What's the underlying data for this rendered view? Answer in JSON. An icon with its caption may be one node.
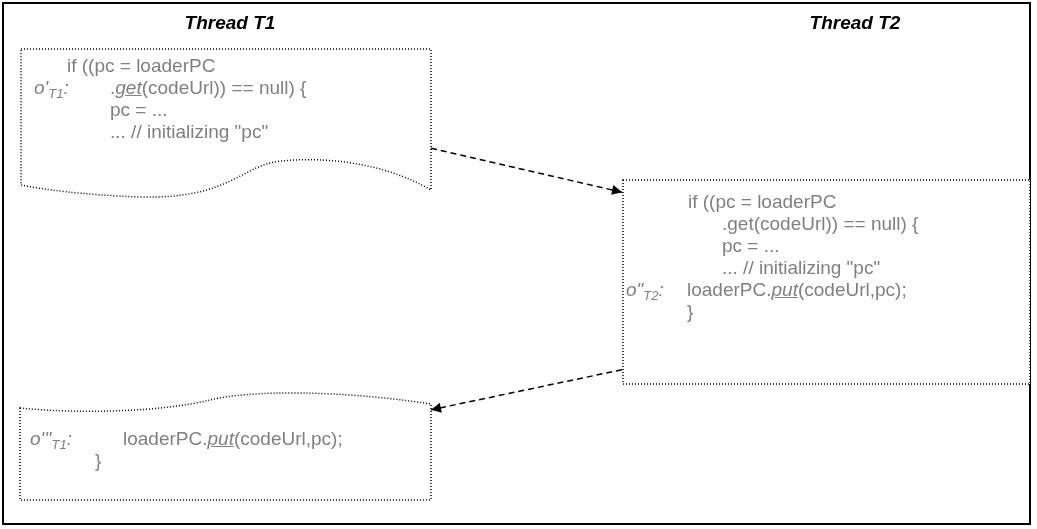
{
  "diagram": {
    "nodes": [
      {
        "text": [
          "if ((pc = loaderPC",
          "o'$_{T1}$:",
          ".*get*(codeUrl)) == null) {",
          "pc = ...",
          "... // initializing \"pc\""
        ]
      },
      {
        "text": [
          "if ((pc = loaderPC",
          ".get(codeUrl)) == null) {",
          "pc = ...",
          "... // initializing \"pc\"",
          "o\"$_{T2}$:",
          "loaderPC.*put*(codeUrl,pc);",
          "}"
        ]
      },
      {
        "text": [
          "o'''$_{T1}$:",
          "loaderPC.*put*(codeUrl,pc);",
          "}"
        ]
      }
    ],
    "edges": [
      {
        "from": 0,
        "to": 1,
        "arrow": "to",
        "style": "dashed"
      },
      {
        "from": 1,
        "to": 2,
        "arrow": "to",
        "style": "dashed"
      }
    ],
    "labels": [
      "Thread T1",
      "Thread T2"
    ]
  }
}
